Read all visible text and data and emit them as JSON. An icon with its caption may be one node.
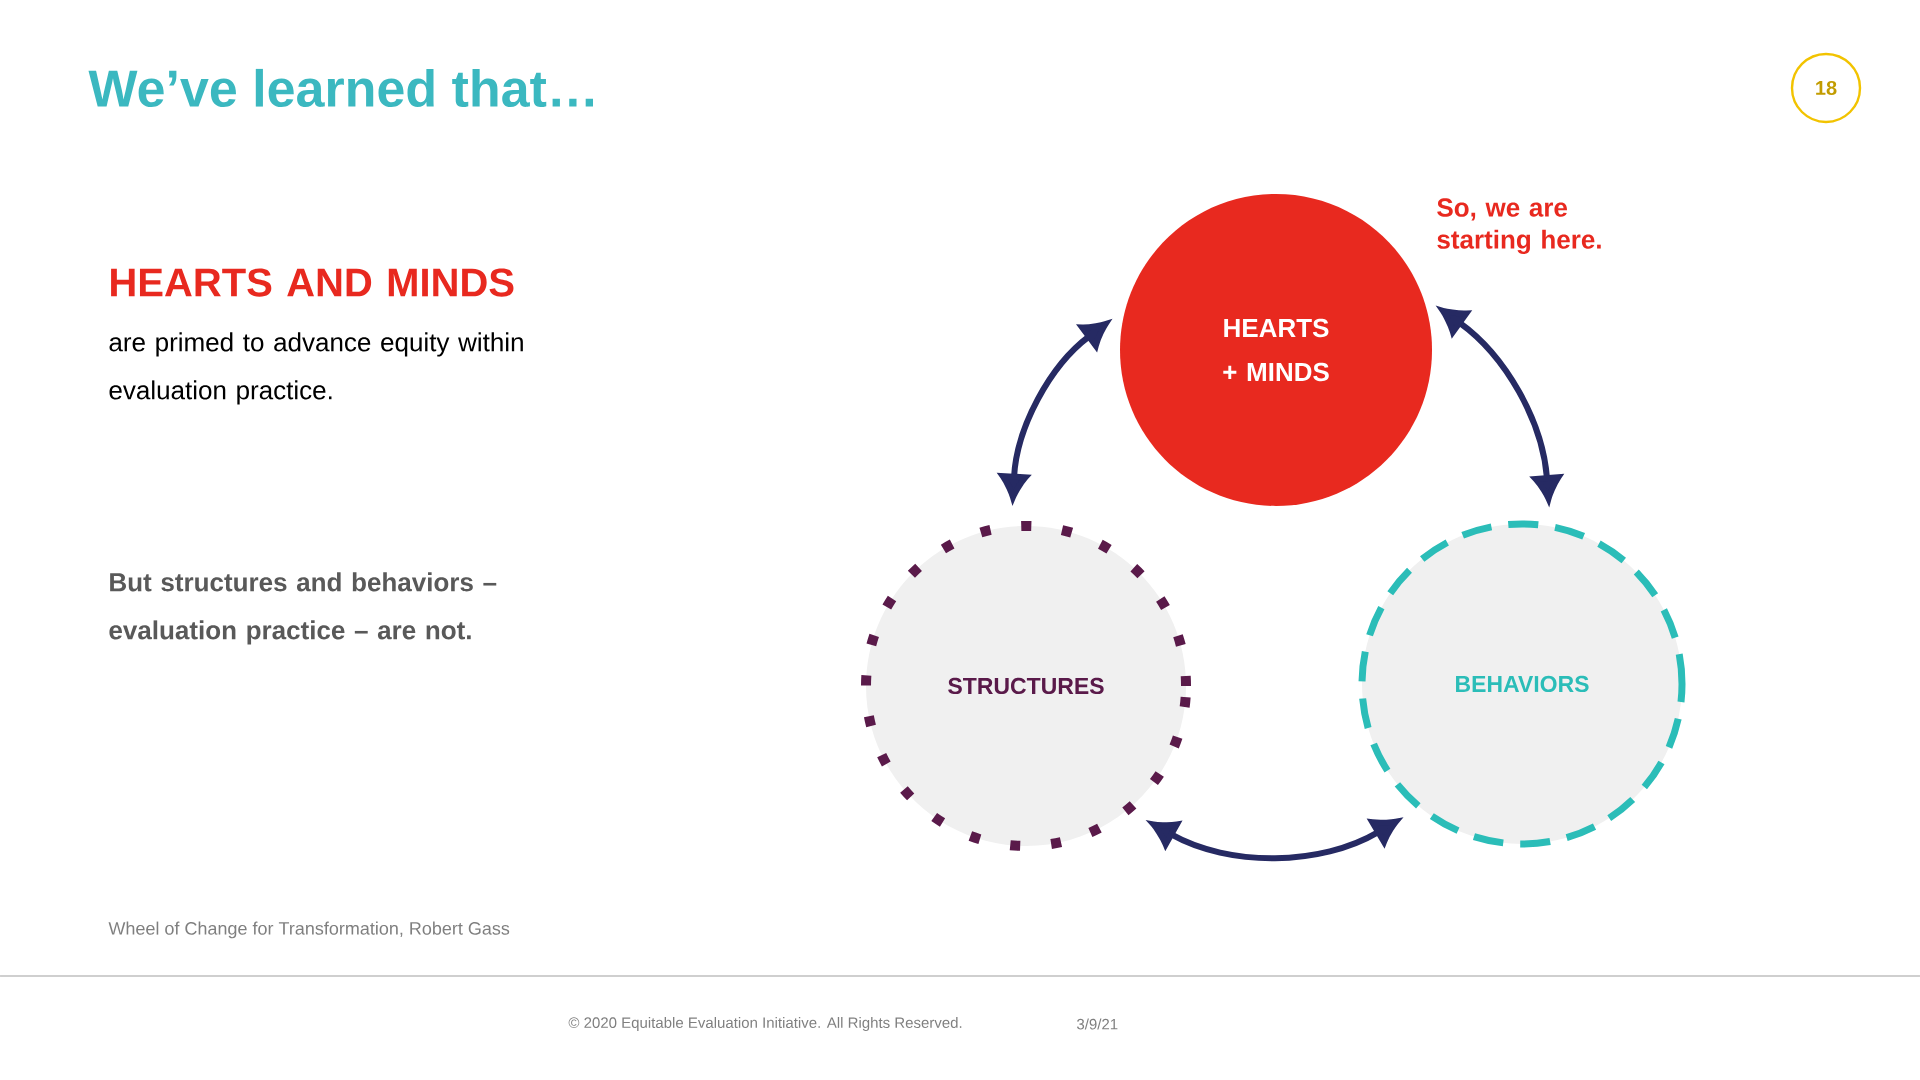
{
  "diagram": {
    "title": "We’ve learned that…",
    "nodes": [
      {
        "text": [
          "18"
        ]
      },
      {
        "text": [
          "HEARTS + MINDS"
        ],
        "beside": [
          "So, we are starting here."
        ]
      },
      {
        "text": [
          "STRUCTURES"
        ]
      },
      {
        "text": [
          "BEHAVIORS"
        ]
      }
    ],
    "edges": [
      {
        "from": 1,
        "to": 2,
        "arrow": "both"
      },
      {
        "from": 1,
        "to": 3,
        "arrow": "both"
      },
      {
        "from": 2,
        "to": 3,
        "arrow": "both"
      }
    ],
    "labels": [
      "HEARTS AND MINDS",
      "are primed to advance equity within evaluation practice.",
      "But structures and behaviors – evaluation practice – are not.",
      "Wheel of Change for Transformation, Robert Gass",
      "© 2020 Equitable Evaluation Initiative. All Rights Reserved.",
      "3/9/21"
    ]
  }
}
